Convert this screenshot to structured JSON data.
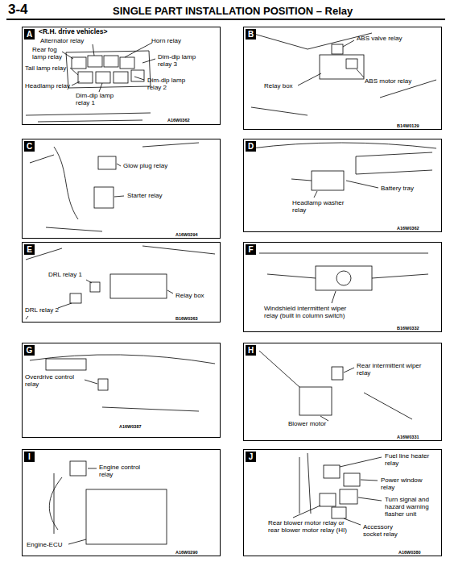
{
  "diagram": {
    "title": "SINGLE PART INSTALLATION POSITION – Relay",
    "nodes": [
      {
        "text": [
          "<R.H. drive vehicles>",
          "Alternator relay",
          "Horn relay",
          "Rear fog lamp relay",
          "Tail lamp relay",
          "Dim-dip lamp relay 3",
          "Headlamp relay",
          "Dim-dip lamp relay 1",
          "Dim-dip lamp relay 2",
          "A16W0362"
        ]
      },
      {
        "text": [
          "A"
        ],
        "in": 0
      },
      {
        "text": [
          "ABS valve relay",
          "Relay box",
          "ABS motor relay",
          "B14W0129"
        ]
      },
      {
        "text": [
          "B"
        ],
        "in": 2
      },
      {
        "text": [
          "Glow plug relay",
          "Starter relay",
          "A16W0294"
        ]
      },
      {
        "text": [
          "C"
        ],
        "in": 4
      },
      {
        "text": [
          "Headlamp washer relay",
          "Battery tray",
          "A16W0362"
        ]
      },
      {
        "text": [
          "D"
        ],
        "in": 6
      },
      {
        "text": [
          "DRL relay 1",
          "Relay box",
          "DRL relay 2",
          "B16W0363"
        ]
      },
      {
        "text": [
          "E"
        ],
        "in": 8
      },
      {
        "text": [
          "Windshield intermittent wiper relay (built in column switch)",
          "B16W0332"
        ]
      },
      {
        "text": [
          "F"
        ],
        "in": 10
      },
      {
        "text": [
          "Overdrive control relay",
          "A16W0387"
        ]
      },
      {
        "text": [
          "G"
        ],
        "in": 12
      },
      {
        "text": [
          "Rear intermittent wiper relay",
          "Blower motor",
          "A16W0331"
        ]
      },
      {
        "text": [
          "H"
        ],
        "in": 14
      },
      {
        "text": [
          "Engine control relay",
          "Engine-ECU",
          "A16W0290"
        ]
      },
      {
        "text": [
          "I"
        ],
        "in": 16
      },
      {
        "text": [
          "Fuel line heater relay",
          "Power window relay",
          "Turn signal and hazard warning flasher unit",
          "Rear blower motor relay or rear blower motor relay (HI)",
          "Accessory socket relay",
          "A16W0380"
        ]
      },
      {
        "text": [
          "J"
        ],
        "in": 18
      }
    ],
    "labels": [
      "3-4"
    ]
  }
}
